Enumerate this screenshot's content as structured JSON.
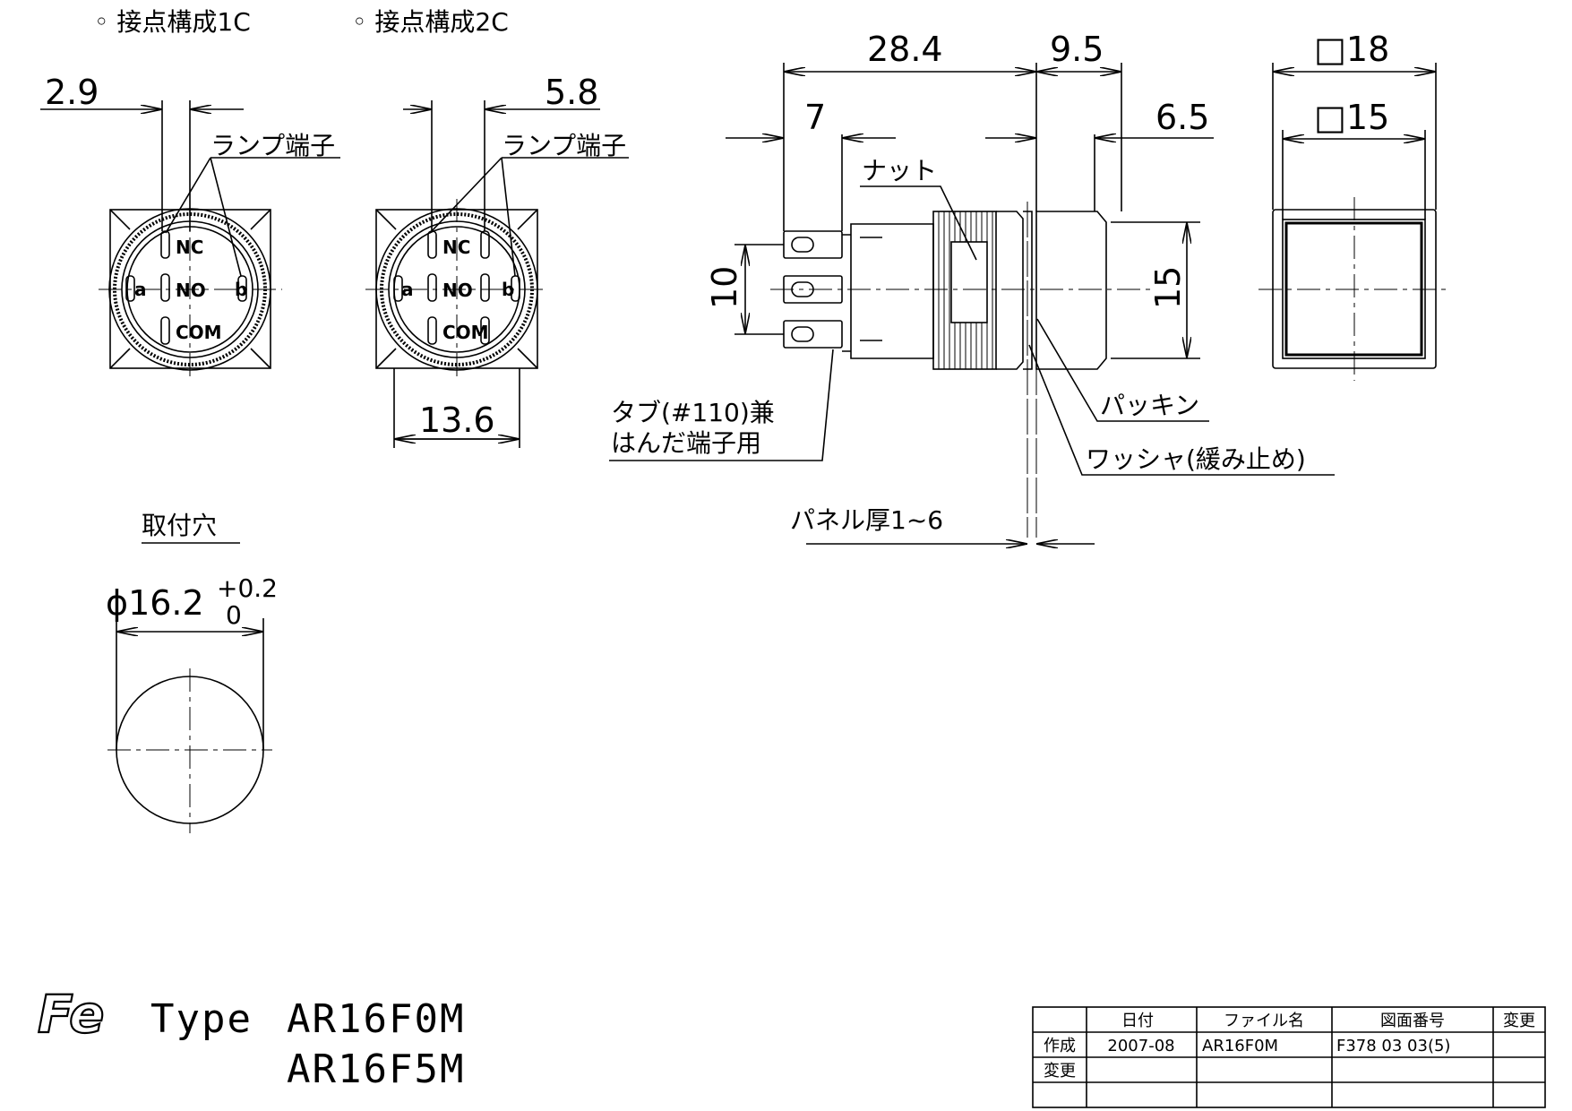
{
  "headings": {
    "contact_1c": "◦ 接点構成1C",
    "contact_2c": "◦ 接点構成2C",
    "mounting_hole": "取付穴"
  },
  "front_views": {
    "dim_1c": "2.9",
    "dim_2c": "5.8",
    "lamp_terminal_1c": "ランプ端子",
    "lamp_terminal_2c": "ランプ端子",
    "width": "13.6",
    "terminals": {
      "nc": "NC",
      "no": "NO",
      "com": "COM",
      "a": "a",
      "b": "b"
    }
  },
  "side_view": {
    "dim_total": "28.4",
    "dim_head": "9.5",
    "dim_7": "7",
    "dim_6_5": "6.5",
    "dim_10": "10",
    "dim_15": "15",
    "nut": "ナット",
    "packing": "パッキン",
    "tab_line1": "タブ(#110)兼",
    "tab_line2": "はんだ端子用",
    "washer": "ワッシャ(緩み止め)",
    "panel": "パネル厚1~6"
  },
  "top_view": {
    "outer": "□18",
    "inner": "□15"
  },
  "hole": {
    "diameter": "ϕ16.2",
    "tol_plus": "+0.2",
    "tol_minus": "0"
  },
  "model": {
    "logo": "Fe",
    "type_label": "Type",
    "model_1": "AR16F0M",
    "model_2": "AR16F5M"
  },
  "title_block": {
    "headers": [
      "",
      "日付",
      "ファイル名",
      "図面番号",
      "変更"
    ],
    "rows": [
      [
        "作成",
        "2007-08",
        "AR16F0M",
        "F378 03 03(5)",
        ""
      ],
      [
        "変更",
        "",
        "",
        "",
        ""
      ],
      [
        "",
        "",
        "",
        "",
        ""
      ]
    ]
  }
}
